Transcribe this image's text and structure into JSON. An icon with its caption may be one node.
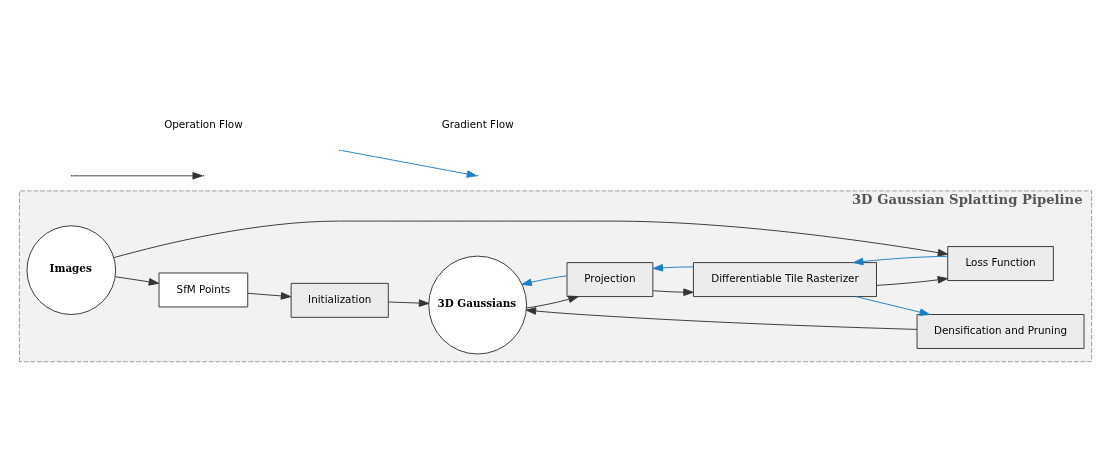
{
  "diagram": {
    "nodes": [
      {
        "text": [
          "3D Gaussian Splatting Pipeline"
        ]
      },
      {
        "text": [
          "Images"
        ],
        "in": 0
      },
      {
        "text": [
          "SfM Points"
        ],
        "in": 0
      },
      {
        "text": [
          "Initialization"
        ],
        "in": 0
      },
      {
        "text": [
          "3D Gaussians"
        ],
        "in": 0
      },
      {
        "text": [
          "Projection"
        ],
        "in": 0
      },
      {
        "text": [
          "Differentiable Tile Rasterizer"
        ],
        "in": 0
      },
      {
        "text": [
          "Loss Function"
        ],
        "in": 0
      },
      {
        "text": [
          "Densification and Pruning"
        ],
        "in": 0
      }
    ],
    "edges": [
      {
        "from": 1,
        "to": 2,
        "arrow": "to"
      },
      {
        "from": 1,
        "to": 7,
        "arrow": "to"
      },
      {
        "from": 2,
        "to": 3,
        "arrow": "to"
      },
      {
        "from": 3,
        "to": 4,
        "arrow": "to"
      },
      {
        "from": 4,
        "to": 5,
        "arrow": "to"
      },
      {
        "from": 5,
        "to": 6,
        "arrow": "to"
      },
      {
        "from": 6,
        "to": 7,
        "arrow": "to"
      },
      {
        "from": 8,
        "to": 4,
        "arrow": "to"
      },
      {
        "from": 5,
        "to": 4,
        "arrow": "to",
        "color": "#1a7ec4"
      },
      {
        "from": 6,
        "to": 5,
        "arrow": "to",
        "color": "#1a7ec4"
      },
      {
        "from": 7,
        "to": 6,
        "arrow": "to",
        "color": "#1a7ec4"
      },
      {
        "from": 6,
        "to": 8,
        "arrow": "to",
        "color": "#1a7ec4"
      }
    ],
    "legend": [
      {
        "text": "Operation Flow"
      },
      {
        "text": "Gradient Flow"
      }
    ]
  }
}
